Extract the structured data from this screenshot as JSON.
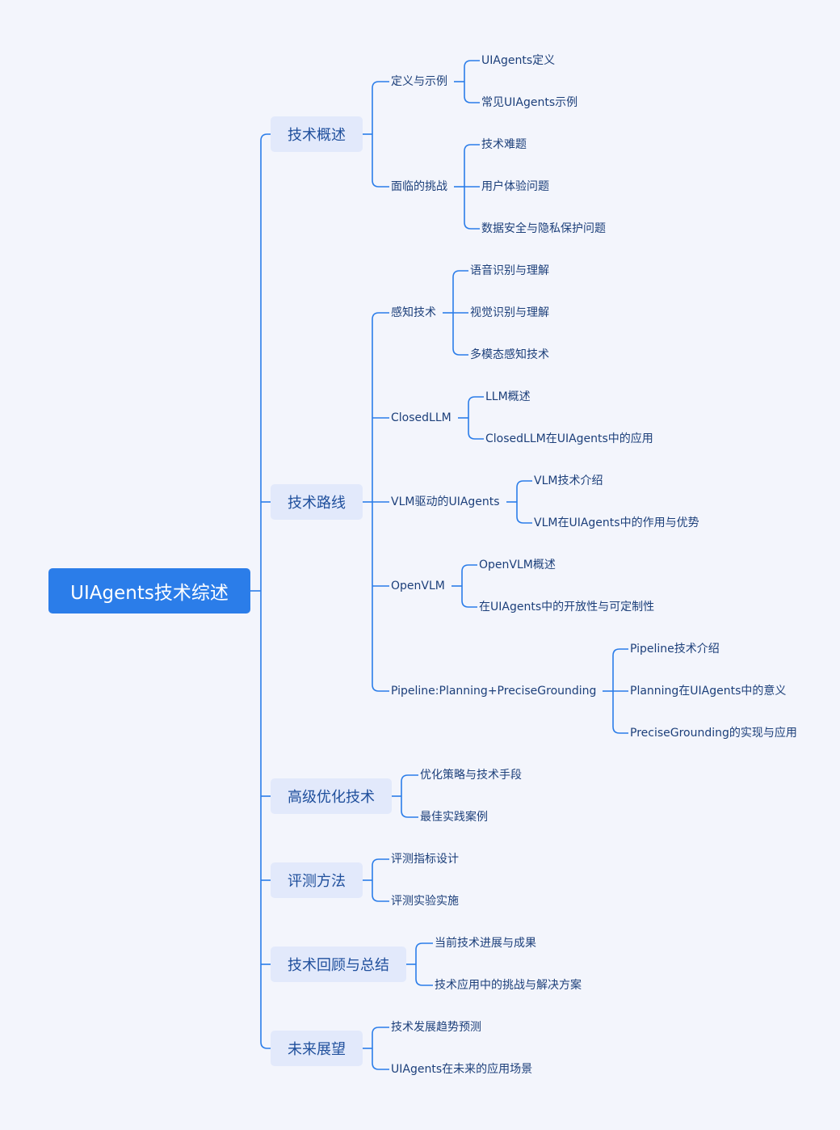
{
  "root": "UIAgents技术综述",
  "branches": [
    {
      "label": "技术概述",
      "children": [
        {
          "label": "定义与示例",
          "children": [
            "UIAgents定义",
            "常见UIAgents示例"
          ]
        },
        {
          "label": "面临的挑战",
          "children": [
            "技术难题",
            "用户体验问题",
            "数据安全与隐私保护问题"
          ]
        }
      ]
    },
    {
      "label": "技术路线",
      "children": [
        {
          "label": "感知技术",
          "children": [
            "语音识别与理解",
            "视觉识别与理解",
            "多模态感知技术"
          ]
        },
        {
          "label": "ClosedLLM",
          "children": [
            "LLM概述",
            "ClosedLLM在UIAgents中的应用"
          ]
        },
        {
          "label": "VLM驱动的UIAgents",
          "children": [
            "VLM技术介绍",
            "VLM在UIAgents中的作用与优势"
          ]
        },
        {
          "label": "OpenVLM",
          "children": [
            "OpenVLM概述",
            "在UIAgents中的开放性与可定制性"
          ]
        },
        {
          "label": "Pipeline:Planning+PreciseGrounding",
          "children": [
            "Pipeline技术介绍",
            "Planning在UIAgents中的意义",
            "PreciseGrounding的实现与应用"
          ]
        }
      ]
    },
    {
      "label": "高级优化技术",
      "children": [
        {
          "label": "优化策略与技术手段"
        },
        {
          "label": "最佳实践案例"
        }
      ]
    },
    {
      "label": "评测方法",
      "children": [
        {
          "label": "评测指标设计"
        },
        {
          "label": "评测实验实施"
        }
      ]
    },
    {
      "label": "技术回顾与总结",
      "children": [
        {
          "label": "当前技术进展与成果"
        },
        {
          "label": "技术应用中的挑战与解决方案"
        }
      ]
    },
    {
      "label": "未来展望",
      "children": [
        {
          "label": "技术发展趋势预测"
        },
        {
          "label": "UIAgents在未来的应用场景"
        }
      ]
    }
  ],
  "colors": {
    "connector": "#2b7de9",
    "root_bg": "#2b7de9",
    "node_bg": "#e2e9fb",
    "background": "#f3f5fc"
  }
}
